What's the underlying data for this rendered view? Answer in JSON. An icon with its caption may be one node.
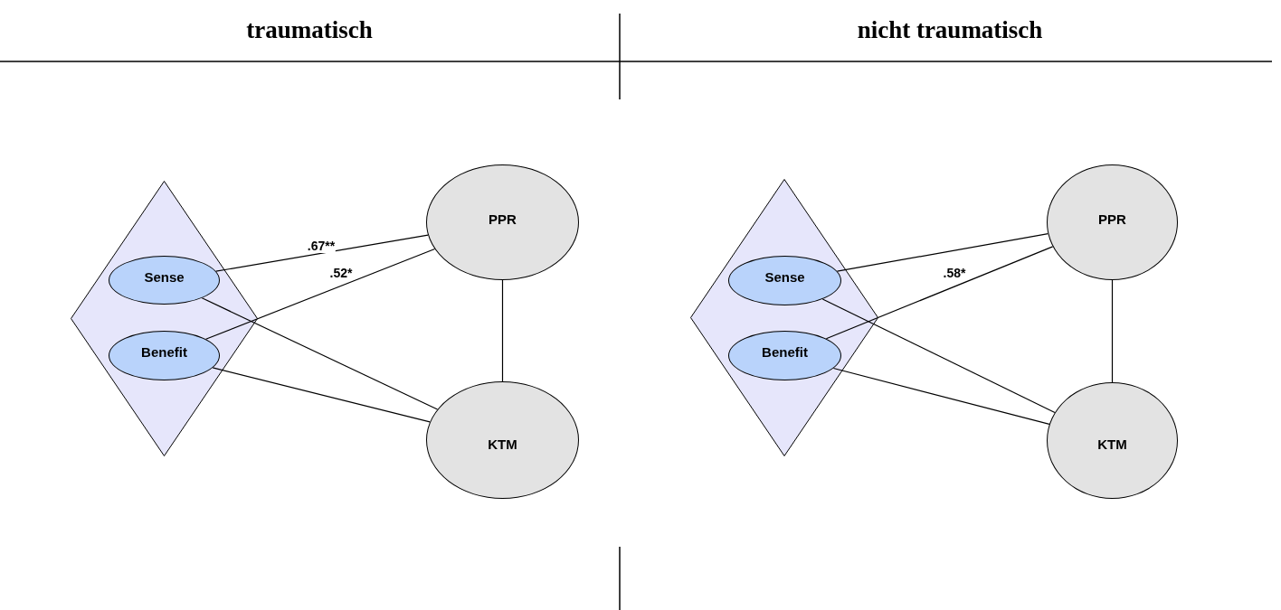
{
  "diagram": {
    "nodes": [
      {
        "text": [],
        "shape": "diamond"
      },
      {
        "text": [
          "Sense"
        ],
        "in": 0
      },
      {
        "text": [
          "Benefit"
        ],
        "in": 0
      },
      {
        "text": [
          "PPR"
        ]
      },
      {
        "text": [
          "KTM"
        ]
      },
      {
        "text": [],
        "shape": "diamond"
      },
      {
        "text": [
          "Sense"
        ],
        "in": 5
      },
      {
        "text": [
          "Benefit"
        ],
        "in": 5
      },
      {
        "text": [
          "PPR"
        ]
      },
      {
        "text": [
          "KTM"
        ]
      }
    ],
    "edges": [
      {
        "from": 1,
        "to": 3,
        "arrow": "none",
        "label": ".67**"
      },
      {
        "from": 2,
        "to": 3,
        "arrow": "none",
        "label": ".52*"
      },
      {
        "from": 1,
        "to": 4,
        "arrow": "none"
      },
      {
        "from": 2,
        "to": 4,
        "arrow": "none"
      },
      {
        "from": 3,
        "to": 4,
        "arrow": "none"
      },
      {
        "from": 6,
        "to": 8,
        "arrow": "none"
      },
      {
        "from": 7,
        "to": 8,
        "arrow": "none",
        "label": ".58*"
      },
      {
        "from": 6,
        "to": 9,
        "arrow": "none"
      },
      {
        "from": 7,
        "to": 9,
        "arrow": "none"
      },
      {
        "from": 8,
        "to": 9,
        "arrow": "none"
      }
    ],
    "labels": [
      "traumatisch",
      "nicht traumatisch"
    ]
  }
}
